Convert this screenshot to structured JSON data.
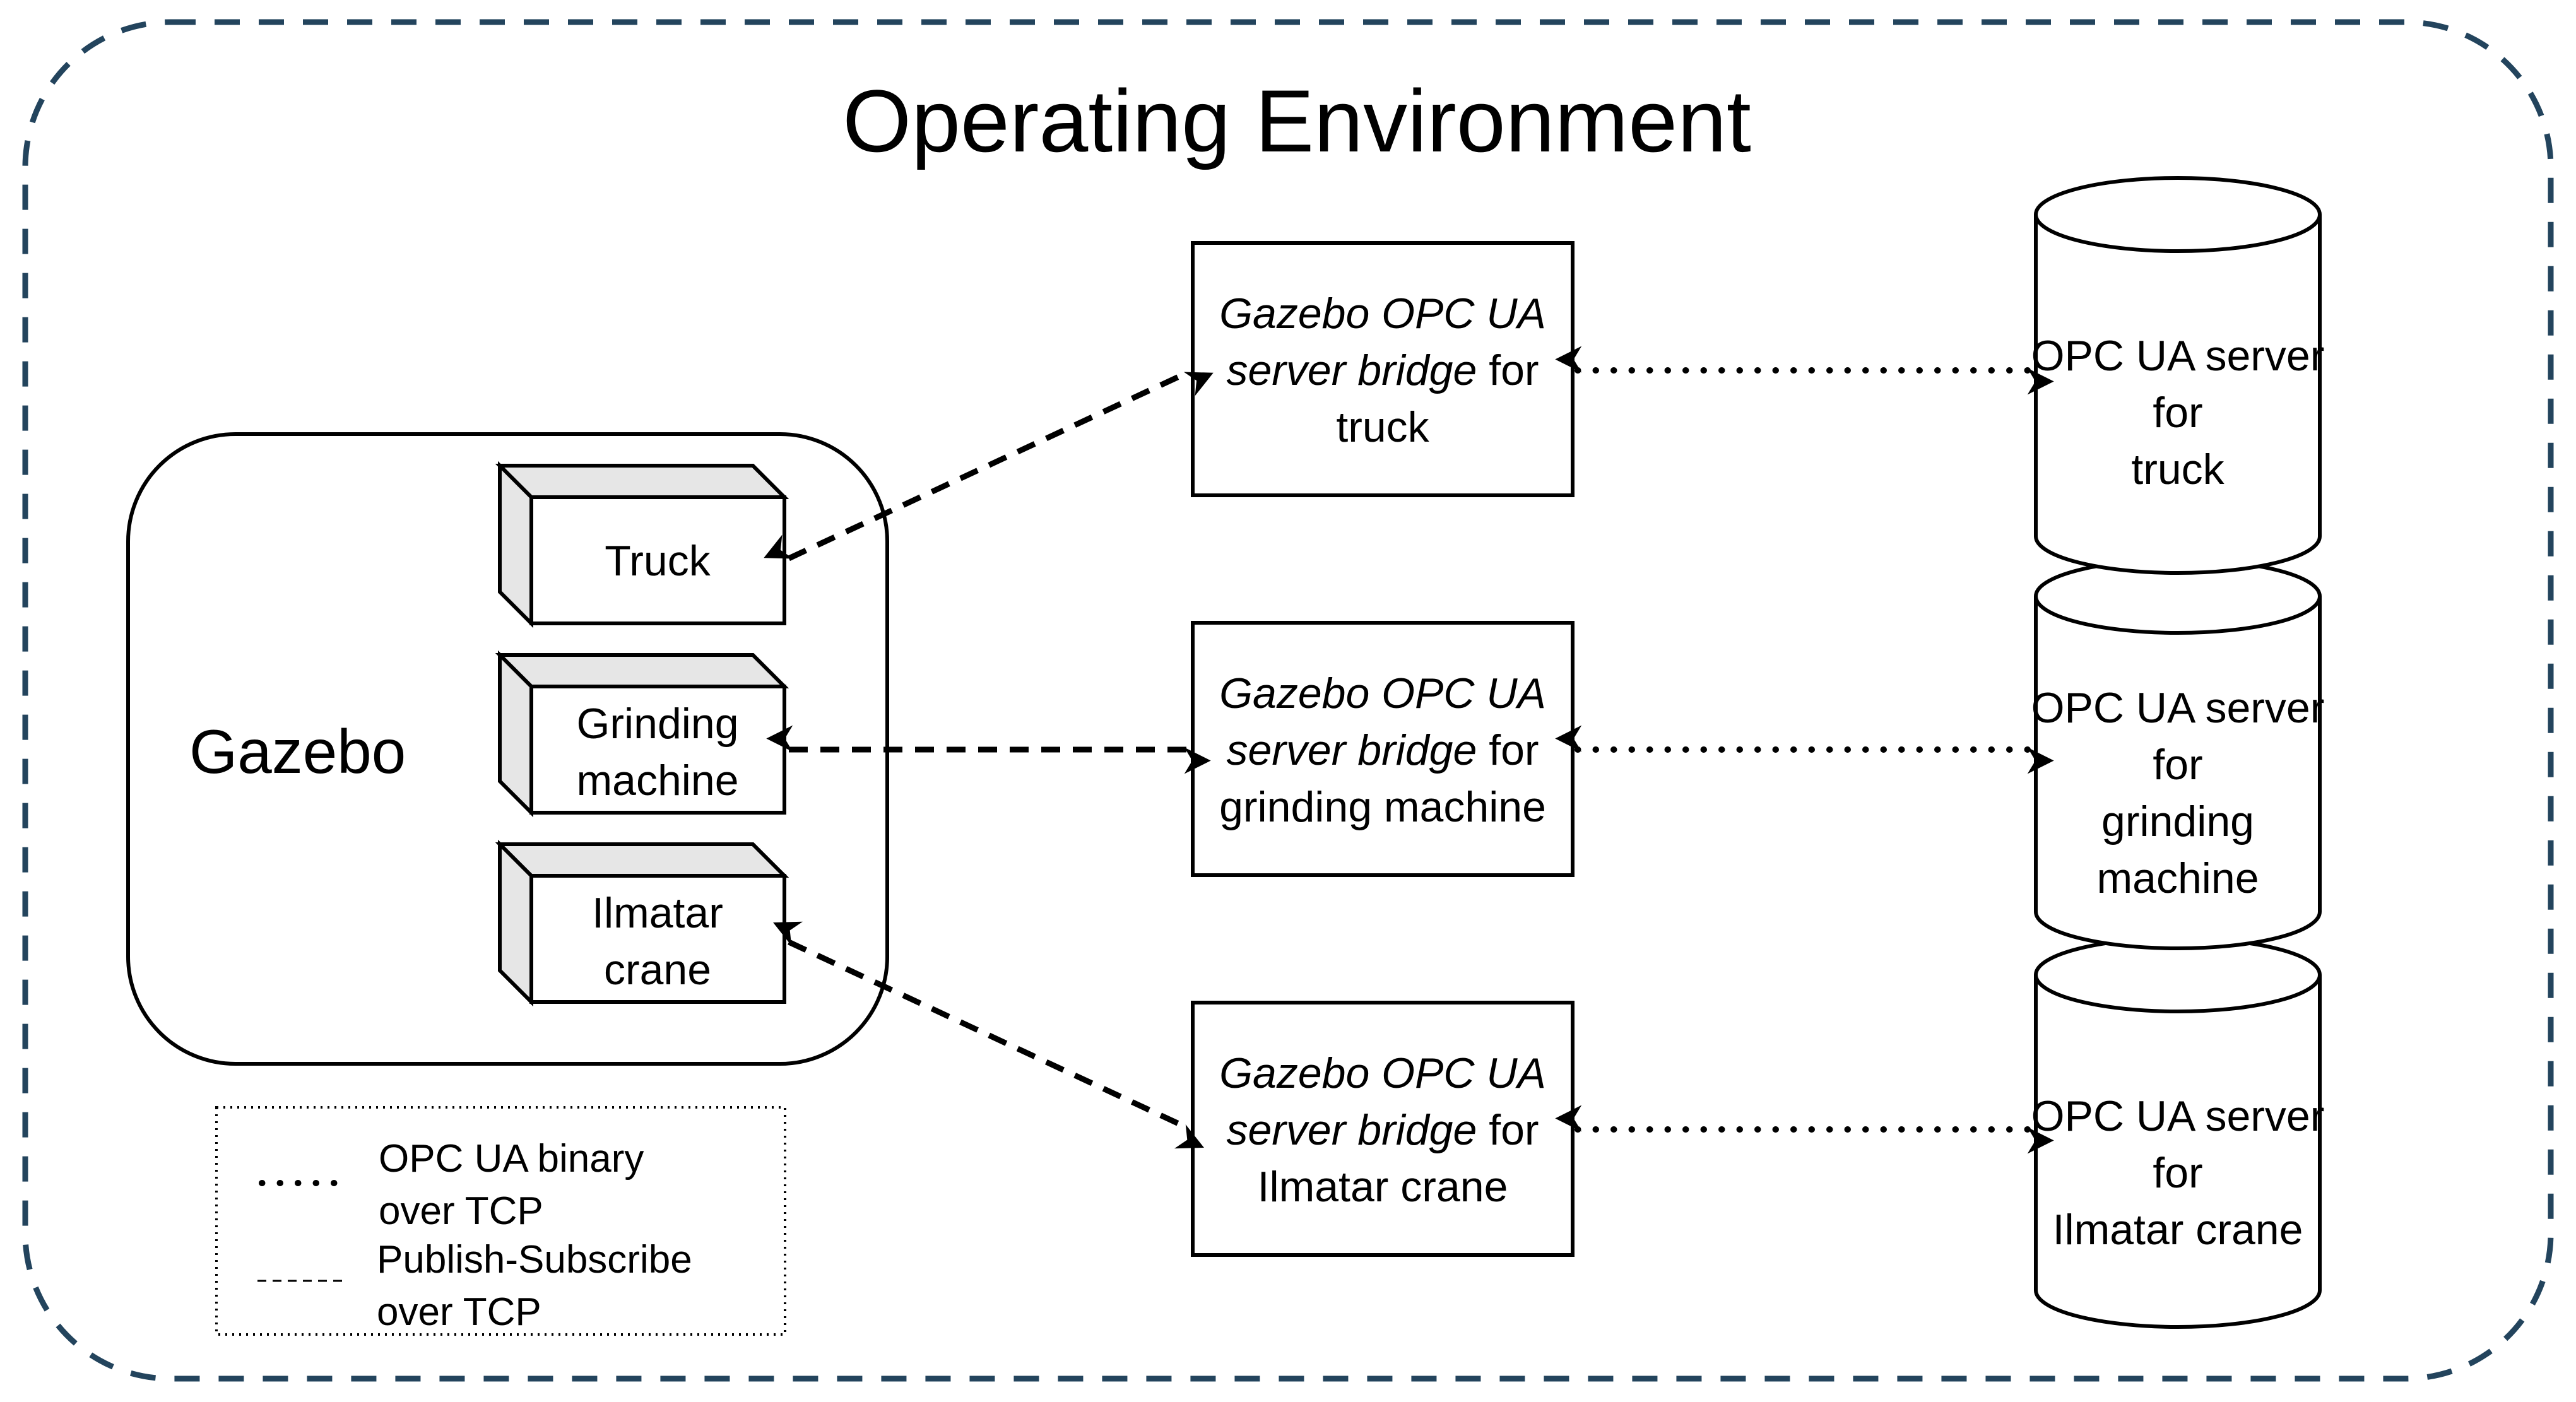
{
  "diagram": {
    "title": "Operating Environment",
    "simulator": "Gazebo",
    "machines": [
      {
        "id": "truck",
        "lines": [
          "Truck"
        ]
      },
      {
        "id": "grinding",
        "lines": [
          "Grinding",
          "machine"
        ]
      },
      {
        "id": "crane",
        "lines": [
          "Ilmatar",
          "crane"
        ]
      }
    ],
    "bridges": [
      {
        "id": "truck",
        "italic1": "Gazebo OPC UA",
        "italic2": "server bridge",
        "plain2": " for",
        "line3": "truck"
      },
      {
        "id": "grinding",
        "italic1": "Gazebo OPC UA",
        "italic2": "server bridge",
        "plain2": " for",
        "line3": "grinding machine"
      },
      {
        "id": "crane",
        "italic1": "Gazebo OPC UA",
        "italic2": "server bridge",
        "plain2": " for",
        "line3": "Ilmatar crane"
      }
    ],
    "servers": [
      {
        "id": "truck",
        "lines": [
          "OPC UA server",
          "for",
          "truck"
        ]
      },
      {
        "id": "grinding",
        "lines": [
          "OPC UA server",
          "for",
          "grinding",
          "machine"
        ]
      },
      {
        "id": "crane",
        "lines": [
          "OPC UA server",
          "for",
          "Ilmatar crane"
        ]
      }
    ],
    "legend": {
      "dotted_line1": "OPC UA binary",
      "dotted_line2": "over TCP",
      "dashed_line1": "Publish-Subscribe",
      "dashed_line2": "over TCP"
    },
    "colors": {
      "outer_border": "#23445d",
      "box_stroke": "#000000",
      "box_side_fill": "#e6e6e6",
      "background": "#ffffff"
    }
  }
}
